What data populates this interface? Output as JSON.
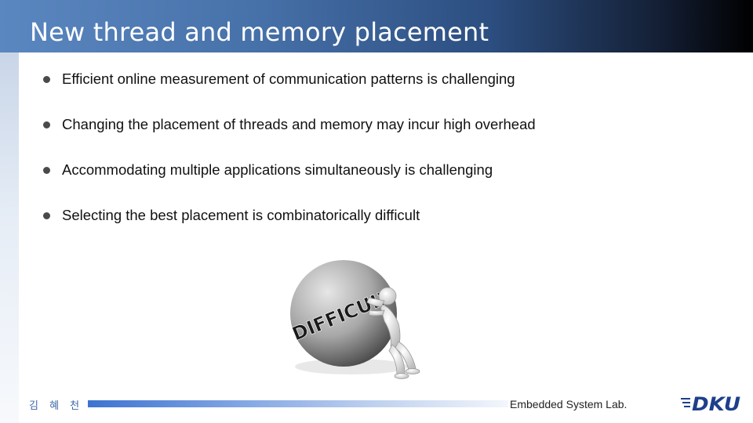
{
  "slide": {
    "title": "New thread and memory placement",
    "bullets": [
      "Efficient online measurement of communication patterns is challenging",
      "Changing the placement of threads and memory may incur high overhead",
      "Accommodating multiple applications simultaneously is challenging",
      "Selecting the best placement is combinatorically difficult"
    ],
    "illustration_text": "DIFFICULT",
    "illustration_icon": "person-pushing-ball-icon"
  },
  "footer": {
    "author": "김 혜 천",
    "lab": "Embedded System Lab.",
    "logo_text": "DKU"
  },
  "colors": {
    "title_bar_start": "#5b87c0",
    "title_bar_end": "#000000",
    "footer_bar": "#3d73d0",
    "author_text": "#3c66a8",
    "logo": "#1e3f8c"
  }
}
